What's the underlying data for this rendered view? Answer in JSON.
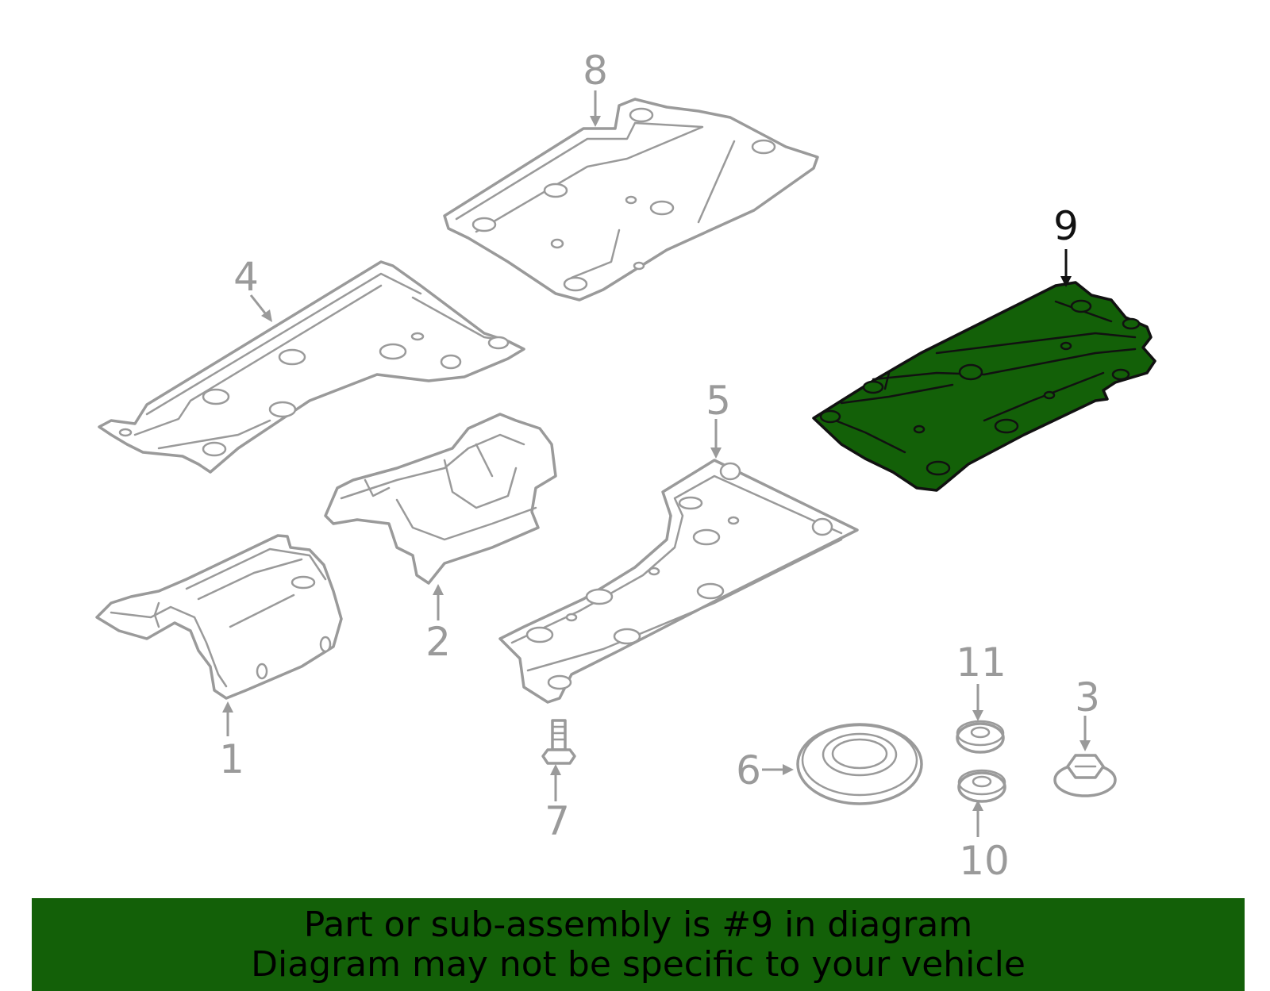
{
  "callouts": {
    "c1": "1",
    "c2": "2",
    "c3": "3",
    "c4": "4",
    "c5": "5",
    "c6": "6",
    "c7": "7",
    "c8": "8",
    "c9": "9",
    "c10": "10",
    "c11": "11"
  },
  "highlighted_part": "9",
  "colors": {
    "highlight": "#136008",
    "outline": "#9a9a9a",
    "selected_outline": "#111111"
  },
  "banner": {
    "line1": "Part or sub-assembly is #9 in diagram",
    "line2": "Diagram may not be specific to your vehicle"
  }
}
